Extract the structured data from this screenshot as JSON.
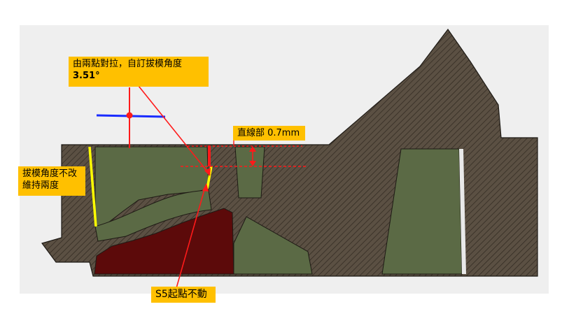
{
  "callouts": {
    "draft_angle": {
      "line1": "由兩點對拉，自訂拔模角度",
      "value": "3.51°"
    },
    "straight_section": "直線部 0.7mm",
    "draft_unchanged": {
      "line1": "拔模角度不改",
      "line2": "維持兩度"
    },
    "s5_fixed": "S5起點不動"
  },
  "colors": {
    "background_panel": "#efefef",
    "hatched_solid": "#5b5043",
    "hatch_line": "#3a3229",
    "cavity_green": "#5b6a45",
    "dark_red_region": "#5c0a0a",
    "callout_fill": "#ffc000",
    "annotation_red": "#ff1a1a",
    "draft_yellow": "#ffff00",
    "reference_blue": "#1a2cff"
  }
}
